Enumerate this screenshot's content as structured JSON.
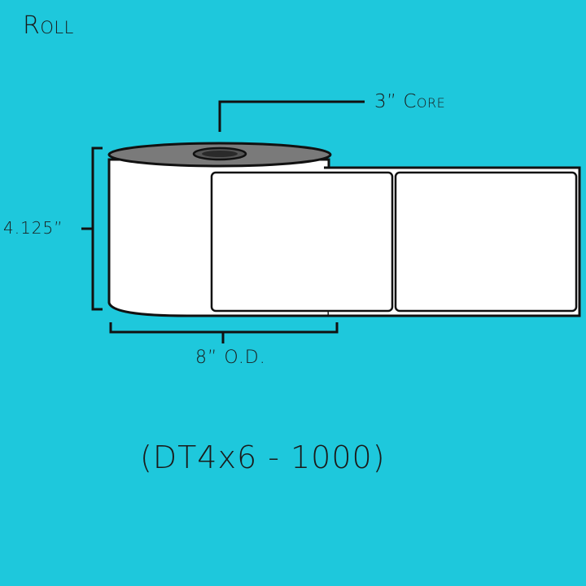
{
  "title": "Roll",
  "labels": {
    "core": "3” Core",
    "height": "4.125”",
    "outer_diameter": "8” O.D.",
    "sku": "(DT4x6 - 1000)"
  },
  "colors": {
    "grid": "#1ec8dc",
    "core_fill": "#7a7a7a",
    "outline": "#111111",
    "label_fill": "#ffffff"
  }
}
